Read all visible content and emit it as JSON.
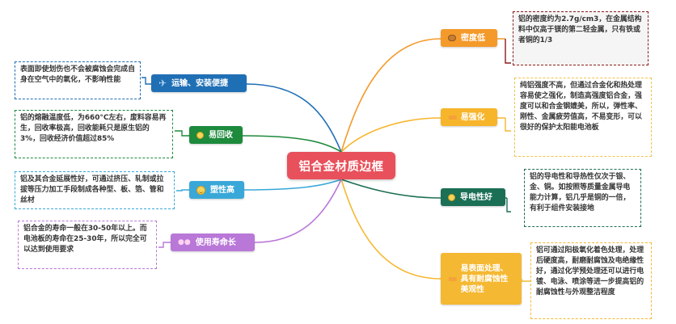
{
  "title": "铝合金材质边框",
  "branches": [
    {
      "label": "密度低",
      "icon": "stone-icon",
      "color": "#f49a2a",
      "note": "铝的密度约为2.7g/cm3，在金属结构料中仅高于镁的第二轻金属，只有铁或者铜的1/3"
    },
    {
      "label": "易强化",
      "icon": "cubes-icon",
      "color": "#f7b52c",
      "note": "纯铝强度不高，但通过合金化和热处理容易使之强化，制造高强度铝合金，强度可以和合金钢媲美，所以，弹性率、刚性、金属疲劳值高，不易变形，可以很好的保护太阳能电池板"
    },
    {
      "label": "导电性好",
      "icon": "dot-icon",
      "color": "#1b6f55",
      "note": "铝的导电性和导热性仅次于银、金、铜。如按照等质量金属导电能力计算，铝几乎是铜的一倍，有利于组件安装接地"
    },
    {
      "label": "易表面处理、具有耐腐蚀性美观性",
      "icon": "cubes-icon",
      "color": "#f5b833",
      "note": "铝可通过阳极氧化着色处理，处理后硬度高，耐磨耐腐蚀及电绝缘性好，通过化学预处理还可以进行电镀、电泳、喷涂等进一步提高铝的耐腐蚀性与外观整洁程度"
    },
    {
      "label": "运输、安装便捷",
      "icon": "truck-icon",
      "color": "#1f6fb5",
      "note": "表面即使划伤也不会被腐蚀会完成自身在空气中的氧化，不影响性能"
    },
    {
      "label": "易回收",
      "icon": "dot-icon",
      "color": "#1d8a3c",
      "note": "铝的熔融温度低，为660°C左右，废料容易再生，回收率极高，回收能耗只是原生铝的3%，回收经济价值超过85%"
    },
    {
      "label": "塑性高",
      "icon": "smile-icon",
      "color": "#39a8d8",
      "note": "铝及其合金延展性好，可通过挤压、轧制或拉拔等压力加工手段制成各种型、板、箔、管和丝材"
    },
    {
      "label": "使用寿命长",
      "icon": "people-icon",
      "color": "#b978d8",
      "note": "铝合金的寿命一般在30-50年以上。而电池板的寿命在25-30年，所以完全可以达到使用要求"
    }
  ]
}
